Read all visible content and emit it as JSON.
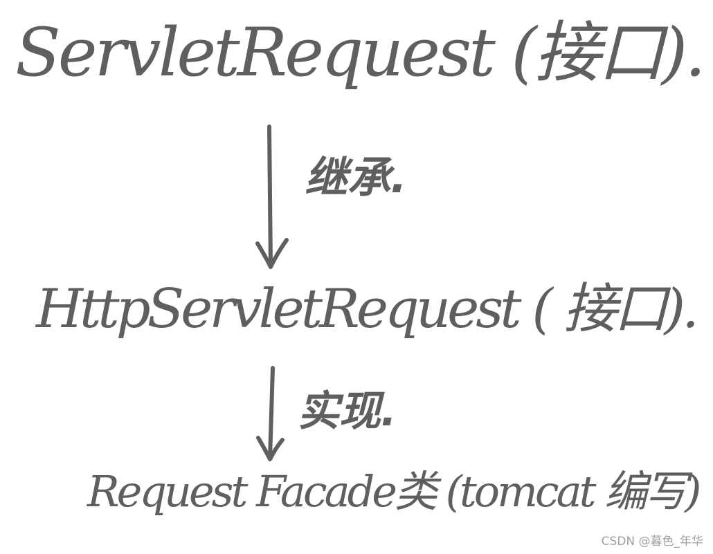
{
  "diagram": {
    "nodes": [
      {
        "id": "servlet-request",
        "label": "ServletRequest (接口)."
      },
      {
        "id": "http-servlet-request",
        "label": "HttpServletRequest ( 接口)."
      },
      {
        "id": "request-facade",
        "label": "Request Facade类 (tomcat 编写)"
      }
    ],
    "edges": [
      {
        "from": "servlet-request",
        "to": "http-servlet-request",
        "label": "继承."
      },
      {
        "from": "http-servlet-request",
        "to": "request-facade",
        "label": "实现."
      }
    ]
  },
  "watermark": "CSDN @暮色_年华",
  "colors": {
    "ink": "#5f5f5f",
    "background": "#ffffff",
    "watermark": "#a0a0a0"
  }
}
